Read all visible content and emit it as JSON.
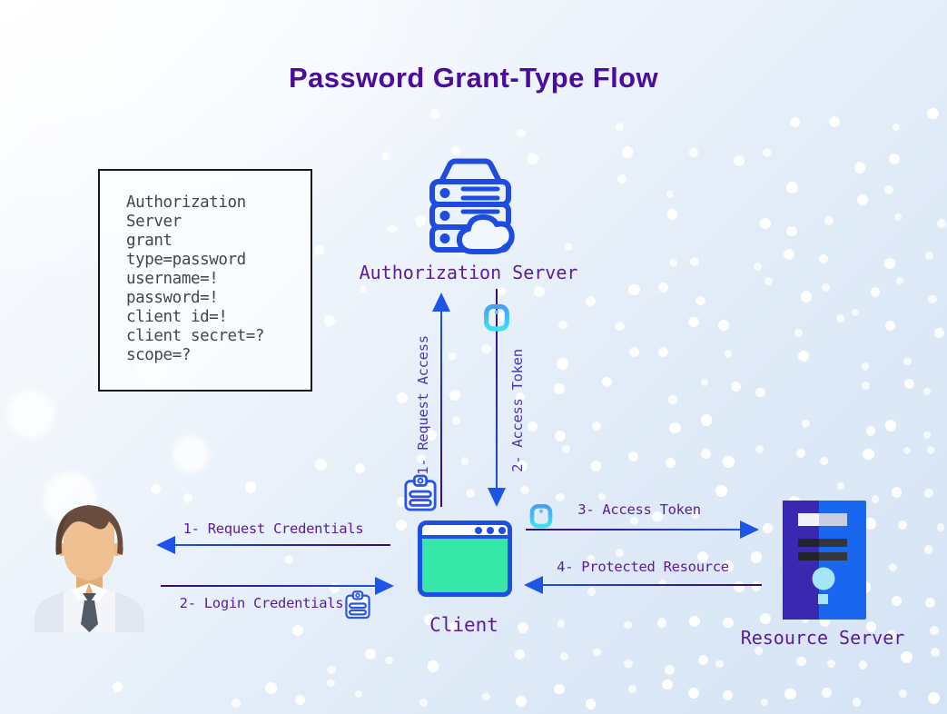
{
  "title": "Password Grant-Type Flow",
  "info_box": {
    "lines": [
      "Authorization",
      "Server",
      "grant",
      "type=password",
      "username=!",
      "password=!",
      "client id=!",
      "client secret=?",
      "scope=?"
    ]
  },
  "nodes": {
    "authorization_server": {
      "label": "Authorization Server",
      "icon": "server-stack-cloud-icon"
    },
    "client": {
      "label": "Client",
      "icon": "browser-window-icon"
    },
    "resource_server": {
      "label": "Resource Server",
      "icon": "server-tower-icon"
    },
    "user": {
      "icon": "person-icon"
    }
  },
  "flows": {
    "request_access": {
      "label": "1- Request Access",
      "direction": "up",
      "icon": "credentials-badge-icon"
    },
    "access_token_down": {
      "label": "2- Access Token",
      "direction": "down",
      "icon": "key-icon"
    },
    "request_credentials": {
      "label": "1- Request Credentials",
      "direction": "left"
    },
    "login_credentials": {
      "label": "2- Login Credentials",
      "direction": "right",
      "icon": "credentials-badge-icon"
    },
    "access_token_right": {
      "label": "3- Access Token",
      "direction": "right",
      "icon": "key-icon"
    },
    "protected_resource": {
      "label": "4- Protected Resource",
      "direction": "left"
    }
  },
  "colors": {
    "title": "#4b0d9b",
    "label_purple": "#5a1d96",
    "label_violet": "#4936ae",
    "arrow_blue": "#1d55e8",
    "arrow_purple": "#3a0d6e",
    "icon_blue": "#1e4be0",
    "client_teal": "#38e8a8",
    "key_cyan": "#3ae0f8",
    "box_text": "#43464d"
  }
}
